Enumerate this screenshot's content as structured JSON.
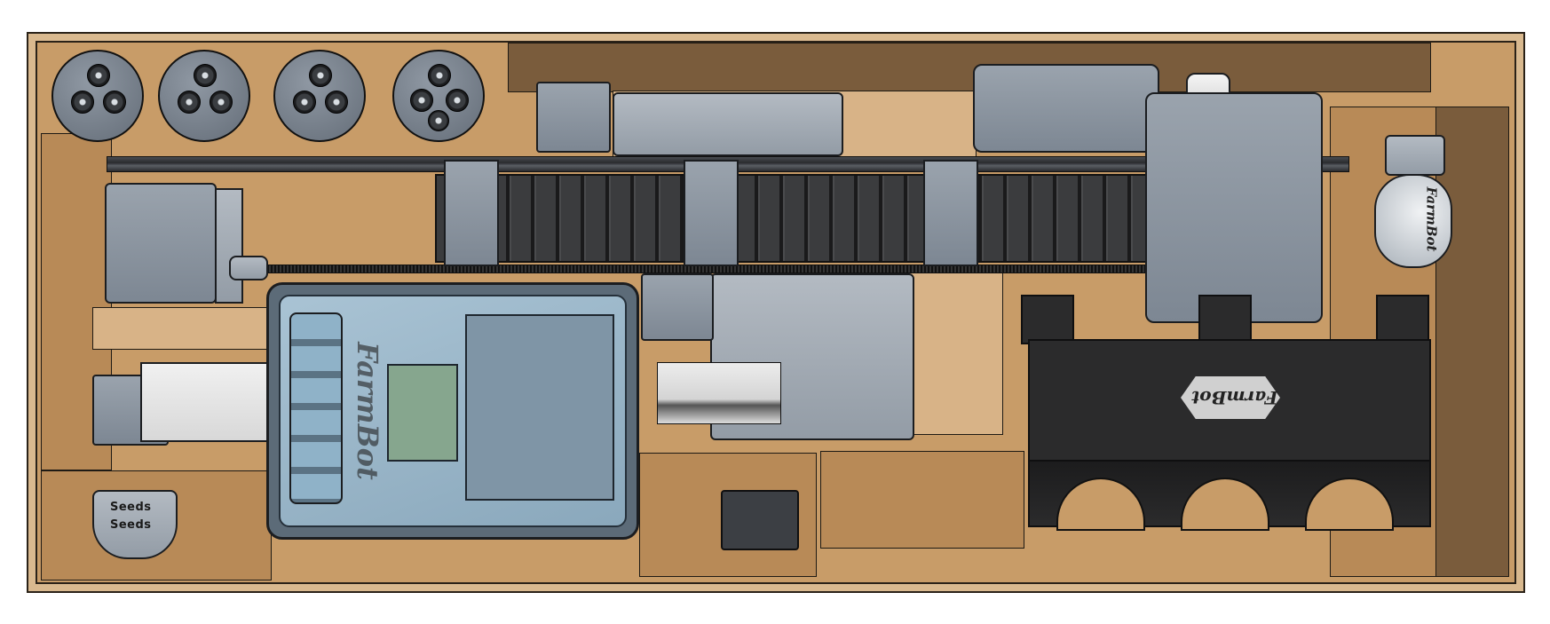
{
  "scene": {
    "title": "FarmBot kit packed in shipping box (CAD top view)",
    "colors": {
      "cardboard": "#c89c68",
      "cardboard_light": "#d8b387",
      "cardboard_dark": "#7a5c3c",
      "steel": "#8e97a2",
      "black_plastic": "#2b2b2c",
      "electronics_lid": "#9bb7ca",
      "pcb_green": "#86a68e"
    }
  },
  "labels": {
    "seed_bin_top": "Seeds",
    "seed_bin_bottom": "Seeds",
    "electronics_lid_logo": "FarmBot",
    "tool_rack_logo": "FarmBot",
    "utm_logo": "FarmBot"
  },
  "components": {
    "seed_injector_tips_count": 4,
    "tool_rack_slots": 3,
    "electronics_box": "Electronics enclosure with Farmduino and Raspberry Pi",
    "gantry": "Cross-slide with cable carrier"
  }
}
